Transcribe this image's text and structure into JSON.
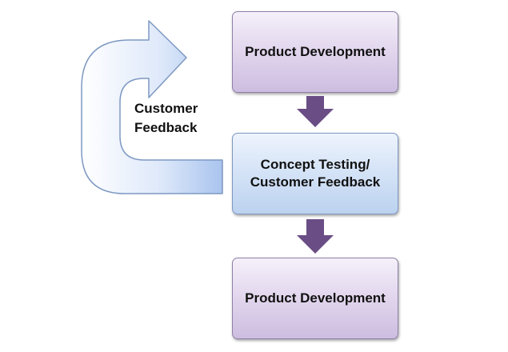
{
  "diagram": {
    "boxes": [
      {
        "id": "top",
        "lines": [
          "Product Development"
        ]
      },
      {
        "id": "middle",
        "lines": [
          "Concept Testing/",
          "Customer Feedback"
        ]
      },
      {
        "id": "bottom",
        "lines": [
          "Product Development"
        ]
      }
    ],
    "loop_label": [
      "Customer",
      "Feedback"
    ]
  },
  "colors": {
    "purple_box_fill": "#e3d8ee",
    "purple_box_border": "#8e80a8",
    "blue_box_fill": "#d6e4f7",
    "blue_box_border": "#7d98c2",
    "down_arrow": "#6a4d85",
    "loop_arrow_fill": "#c8daf6",
    "loop_arrow_border": "#7d98c2"
  },
  "icons": {
    "flow_arrow": "down-arrow-icon",
    "loop_arrow": "u-turn-arrow-icon"
  }
}
